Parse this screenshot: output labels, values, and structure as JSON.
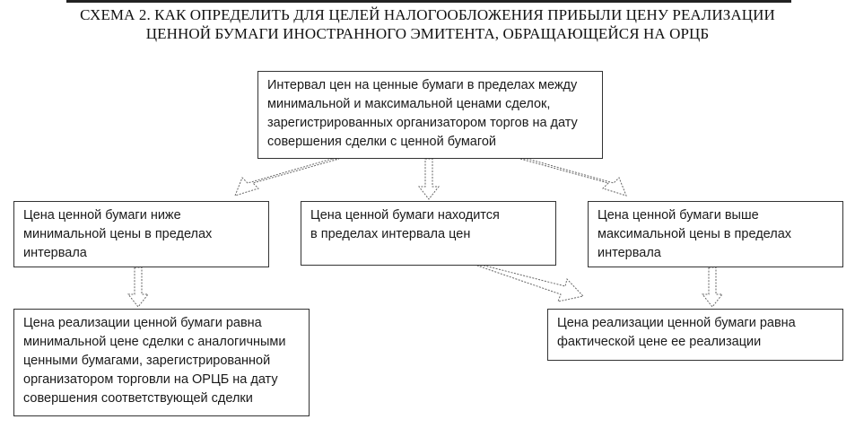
{
  "title": {
    "line1": "СХЕМА 2. КАК ОПРЕДЕЛИТЬ ДЛЯ ЦЕЛЕЙ НАЛОГООБЛОЖЕНИЯ ПРИБЫЛИ ЦЕНУ РЕАЛИЗАЦИИ",
    "line2": "ЦЕННОЙ БУМАГИ ИНОСТРАННОГО ЭМИТЕНТА, ОБРАЩАЮЩЕЙСЯ НА ОРЦБ"
  },
  "boxes": {
    "top": {
      "lines": [
        "Интервал цен на ценные бумаги в пределах между",
        "минимальной и максимальной ценами сделок,",
        "зарегистрированных организатором торгов на дату",
        "совершения сделки с ценной бумагой"
      ]
    },
    "below_min": {
      "lines": [
        "Цена ценной бумаги ниже",
        "минимальной цены в пределах",
        "интервала"
      ]
    },
    "within": {
      "lines": [
        "Цена ценной бумаги находится",
        "в пределах интервала цен"
      ]
    },
    "above_max": {
      "lines": [
        "Цена ценной бумаги выше",
        "максимальной цены в пределах",
        "интервала"
      ]
    },
    "result_min": {
      "lines": [
        "Цена реализации ценной бумаги равна",
        "минимальной цене сделки с аналогичными",
        "ценными бумагами, зарегистрированной",
        "организатором торговли на ОРЦБ на дату",
        "совершения соответствующей сделки"
      ]
    },
    "result_actual": {
      "lines": [
        "Цена реализации ценной бумаги равна",
        "фактической цене ее реализации"
      ]
    }
  },
  "colors": {
    "text": "#1a1a1a",
    "border": "#333333",
    "arrow": "#666666"
  }
}
